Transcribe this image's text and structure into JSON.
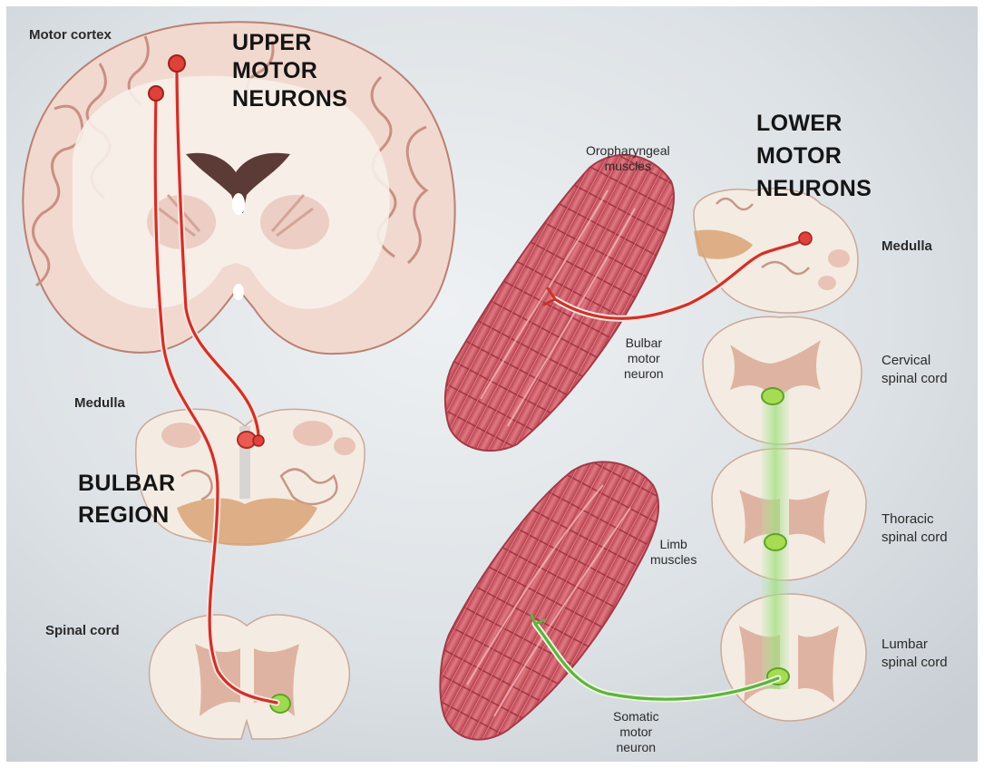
{
  "labels": {
    "motor_cortex": "Motor cortex",
    "upper_motor_neurons": [
      "UPPER",
      "MOTOR",
      "NEURONS"
    ],
    "medulla_left": "Medulla",
    "bulbar_region": [
      "BULBAR",
      "REGION"
    ],
    "spinal_cord": "Spinal cord",
    "oropharyngeal_muscles": [
      "Oropharyngeal",
      "muscles"
    ],
    "lower_motor_neurons": [
      "LOWER",
      "MOTOR",
      "NEURONS"
    ],
    "medulla_right": "Medulla",
    "bulbar_motor_neuron": [
      "Bulbar",
      "motor",
      "neuron"
    ],
    "cervical_spinal_cord": [
      "Cervical",
      "spinal cord"
    ],
    "limb_muscles": [
      "Limb",
      "muscles"
    ],
    "thoracic_spinal_cord": [
      "Thoracic",
      "spinal cord"
    ],
    "lumbar_spinal_cord": [
      "Lumbar",
      "spinal cord"
    ],
    "somatic_motor_neuron": [
      "Somatic",
      "motor",
      "neuron"
    ]
  },
  "colors": {
    "background": "#d7dde2",
    "tissue": "#f4ece2",
    "grey_matter": "#e3b7a6",
    "upper_neuron_path": "#c8342b",
    "lower_neuron_path_somatic": "#5fb23e",
    "muscle": "#c8525e",
    "bulbar_region_highlight": "#d9a577"
  }
}
